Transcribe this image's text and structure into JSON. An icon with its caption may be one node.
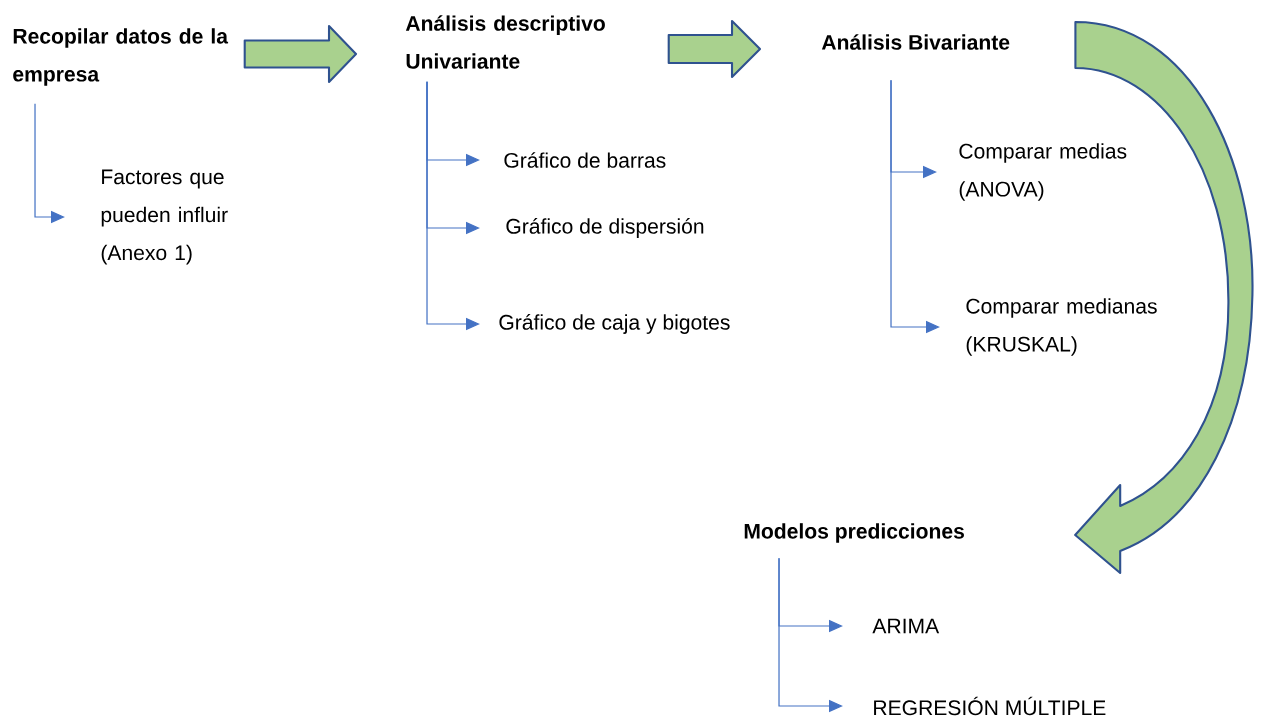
{
  "diagram": {
    "nodes": [
      {
        "text": [
          "Recopilar datos de la empresa"
        ]
      },
      {
        "text": [
          "Factores que pueden influir (Anexo 1)"
        ]
      },
      {
        "text": [
          "Análisis descriptivo Univariante"
        ]
      },
      {
        "text": [
          "Gráfico de barras"
        ]
      },
      {
        "text": [
          "Gráfico de dispersión"
        ]
      },
      {
        "text": [
          "Gráfico de caja y bigotes"
        ]
      },
      {
        "text": [
          "Análisis Bivariante"
        ]
      },
      {
        "text": [
          "Comparar medias (ANOVA)"
        ]
      },
      {
        "text": [
          "Comparar medianas (KRUSKAL)"
        ]
      },
      {
        "text": [
          "Modelos predicciones"
        ]
      },
      {
        "text": [
          "ARIMA"
        ]
      },
      {
        "text": [
          "REGRESIÓN MÚLTIPLE"
        ]
      }
    ],
    "edges": [
      {
        "from": 0,
        "to": 2,
        "arrow": "to",
        "style": "thick",
        "color": "#a9d18e"
      },
      {
        "from": 2,
        "to": 6,
        "arrow": "to",
        "style": "thick",
        "color": "#a9d18e"
      },
      {
        "from": 6,
        "to": 9,
        "arrow": "to",
        "style": "thick",
        "color": "#a9d18e"
      },
      {
        "from": 0,
        "to": 1,
        "arrow": "to"
      },
      {
        "from": 2,
        "to": 3,
        "arrow": "to"
      },
      {
        "from": 2,
        "to": 4,
        "arrow": "to"
      },
      {
        "from": 2,
        "to": 5,
        "arrow": "to"
      },
      {
        "from": 6,
        "to": 7,
        "arrow": "to"
      },
      {
        "from": 6,
        "to": 8,
        "arrow": "to"
      },
      {
        "from": 9,
        "to": 10,
        "arrow": "to"
      },
      {
        "from": 9,
        "to": 11,
        "arrow": "to"
      }
    ]
  }
}
